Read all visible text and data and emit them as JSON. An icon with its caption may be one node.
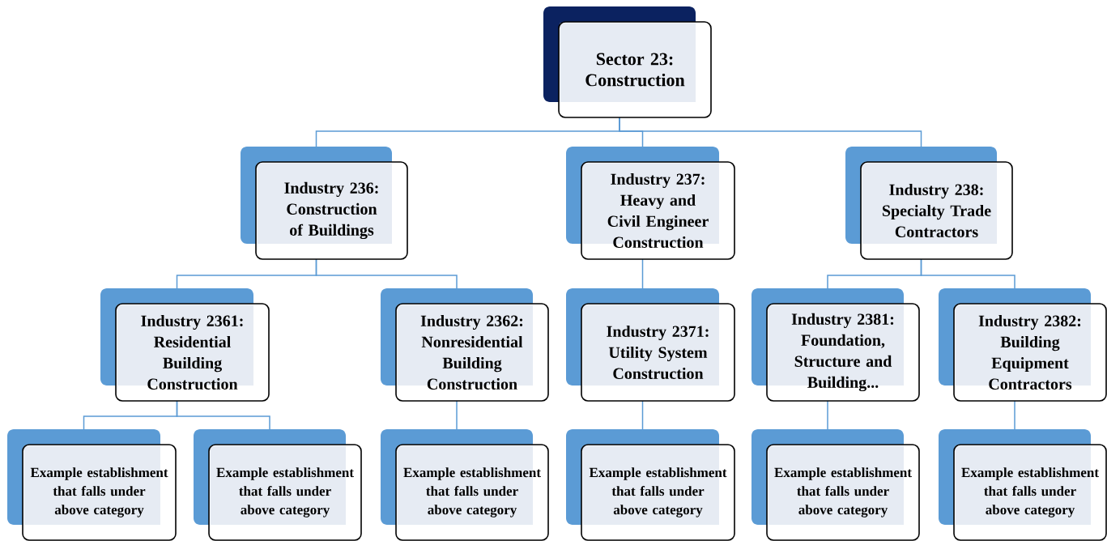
{
  "diagram": {
    "nodes": [
      {
        "text": [
          "Sector 23: Construction"
        ]
      },
      {
        "text": [
          "Industry 236: Construction of Buildings"
        ]
      },
      {
        "text": [
          "Industry 237: Heavy and Civil Engineer Construction"
        ]
      },
      {
        "text": [
          "Industry 238: Specialty Trade Contractors"
        ]
      },
      {
        "text": [
          "Industry 2361: Residential Building Construction"
        ]
      },
      {
        "text": [
          "Industry 2362: Nonresidential Building Construction"
        ]
      },
      {
        "text": [
          "Industry 2371: Utility System Construction"
        ]
      },
      {
        "text": [
          "Industry 2381: Foundation, Structure and Building..."
        ]
      },
      {
        "text": [
          "Industry 2382: Building Equipment Contractors"
        ]
      },
      {
        "text": [
          "Example establishment that falls under above category"
        ]
      },
      {
        "text": [
          "Example establishment that falls under above category"
        ]
      },
      {
        "text": [
          "Example establishment that falls under above category"
        ]
      },
      {
        "text": [
          "Example establishment that falls under above category"
        ]
      },
      {
        "text": [
          "Example establishment that falls under above category"
        ]
      },
      {
        "text": [
          "Example establishment that falls under above category"
        ]
      }
    ],
    "edges": [
      {
        "from": 0,
        "to": 1,
        "arrow": "none"
      },
      {
        "from": 0,
        "to": 2,
        "arrow": "none"
      },
      {
        "from": 0,
        "to": 3,
        "arrow": "none"
      },
      {
        "from": 1,
        "to": 4,
        "arrow": "none"
      },
      {
        "from": 1,
        "to": 5,
        "arrow": "none"
      },
      {
        "from": 2,
        "to": 6,
        "arrow": "none"
      },
      {
        "from": 3,
        "to": 7,
        "arrow": "none"
      },
      {
        "from": 3,
        "to": 8,
        "arrow": "none"
      },
      {
        "from": 4,
        "to": 9,
        "arrow": "none"
      },
      {
        "from": 4,
        "to": 10,
        "arrow": "none"
      },
      {
        "from": 5,
        "to": 11,
        "arrow": "none"
      },
      {
        "from": 6,
        "to": 12,
        "arrow": "none"
      },
      {
        "from": 7,
        "to": 13,
        "arrow": "none"
      },
      {
        "from": 8,
        "to": 14,
        "arrow": "none"
      }
    ]
  }
}
